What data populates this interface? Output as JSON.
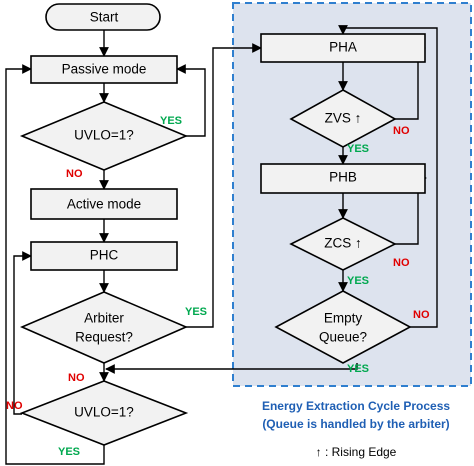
{
  "nodes": {
    "start": "Start",
    "passive_mode": "Passive mode",
    "uvlo_check_1": "UVLO=1?",
    "active_mode": "Active mode",
    "phc": "PHC",
    "arbiter_line1": "Arbiter",
    "arbiter_line2": "Request?",
    "uvlo_check_2": "UVLO=1?",
    "pha": "PHA",
    "zvs": "ZVS ↑",
    "phb": "PHB",
    "zcs": "ZCS ↑",
    "empty_line1": "Empty",
    "empty_line2": "Queue?"
  },
  "edge_labels": {
    "uvlo1_yes": "YES",
    "uvlo1_no": "NO",
    "arbiter_yes": "YES",
    "arbiter_no": "NO",
    "uvlo2_no": "NO",
    "uvlo2_yes": "YES",
    "zvs_no": "NO",
    "zvs_yes": "YES",
    "zcs_no": "NO",
    "zcs_yes": "YES",
    "empty_no": "NO",
    "empty_yes": "YES"
  },
  "region": {
    "caption_line1": "Energy Extraction Cycle Process",
    "caption_line2": "(Queue is handled by the arbiter)"
  },
  "note": "↑ : Rising Edge",
  "colors": {
    "yes": "#00a84f",
    "no": "#e00000",
    "region_border": "#2f7fcf",
    "region_fill": "#dde3ee",
    "caption": "#1f5fb4"
  }
}
